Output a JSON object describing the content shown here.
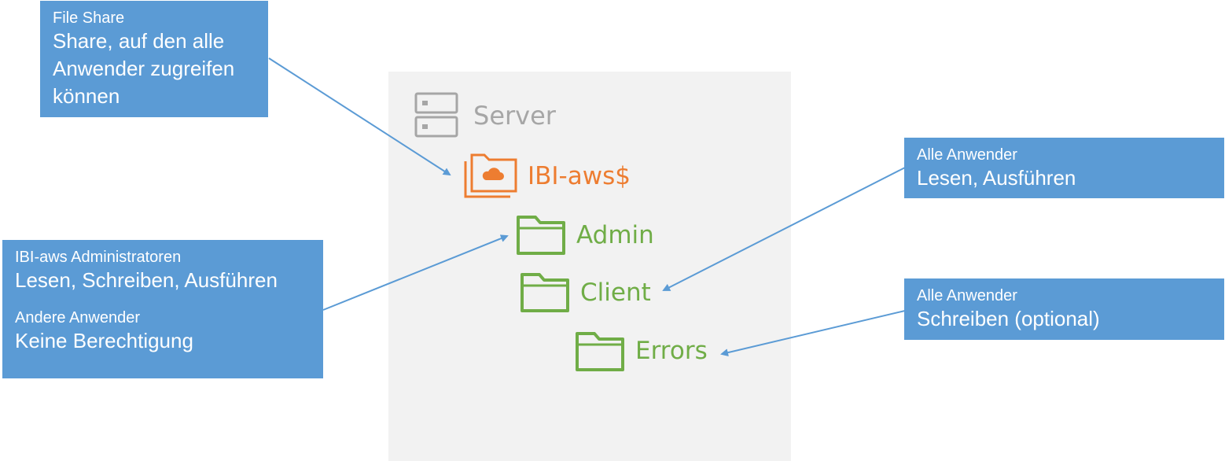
{
  "server": {
    "label": "Server",
    "icon": "server-icon",
    "color": "#a6a6a6"
  },
  "share": {
    "label": "IBI-aws$",
    "icon": "cloud-folder-icon",
    "color": "#ed7d31"
  },
  "folders": [
    {
      "label": "Admin",
      "icon": "folder-icon"
    },
    {
      "label": "Client",
      "icon": "folder-icon"
    },
    {
      "label": "Errors",
      "icon": "folder-icon"
    }
  ],
  "folder_color": "#70ad47",
  "callout_color": "#5b9bd5",
  "callouts": {
    "file_share": {
      "title": "File Share",
      "text": "Share, auf den alle Anwender zugreifen können"
    },
    "admin": {
      "title1": "IBI-aws Administratoren",
      "text1": "Lesen, Schreiben, Ausführen",
      "title2": "Andere Anwender",
      "text2": "Keine Berechtigung"
    },
    "client": {
      "title": "Alle Anwender",
      "text": "Lesen, Ausführen"
    },
    "errors": {
      "title": "Alle Anwender",
      "text": "Schreiben (optional)"
    }
  }
}
